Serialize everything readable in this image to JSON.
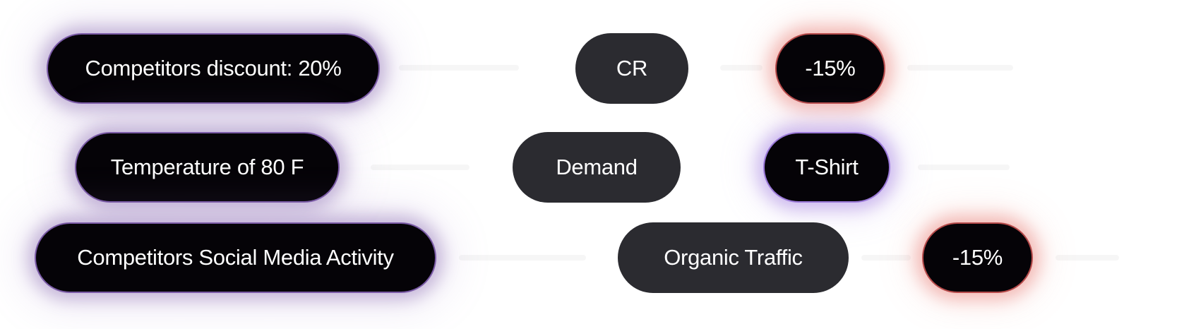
{
  "chips": {
    "competitors_discount": "Competitors discount: 20%",
    "cr": "CR",
    "cr_change": "-15%",
    "temperature": "Temperature of 80 F",
    "demand": "Demand",
    "tshirt": "T-Shirt",
    "social_activity": "Competitors Social Media Activity",
    "organic_traffic": "Organic Traffic",
    "traffic_change": "-15%"
  },
  "colors": {
    "purple_glow": "#7a5aa6",
    "red_glow": "#b64a4a",
    "chip_dark": "#2b2b30",
    "chip_black": "#050307",
    "text": "#ffffff"
  }
}
